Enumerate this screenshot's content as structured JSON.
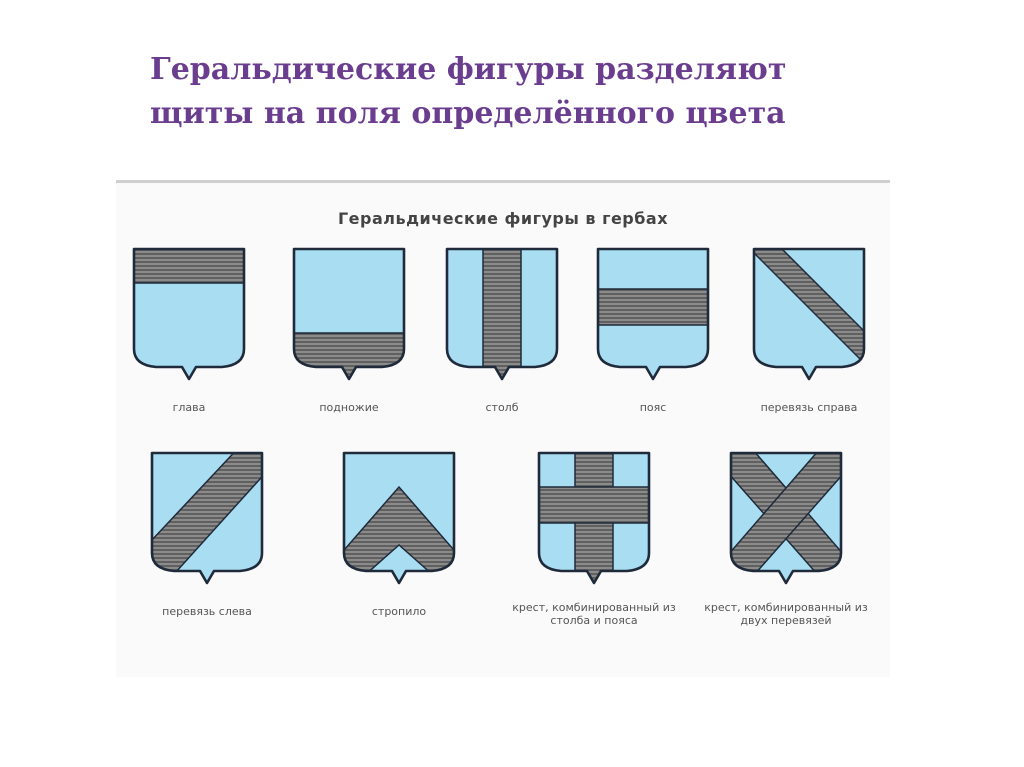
{
  "slide": {
    "title_line1": "Геральдические фигуры разделяют",
    "title_line2": "щиты на поля определённого цвета"
  },
  "figure": {
    "title": "Геральдические фигуры в гербах",
    "colors": {
      "field": "#a9def2",
      "outline": "#1f2a3a",
      "hatch": "#555555",
      "title": "#6a3d8f"
    },
    "shields": [
      {
        "id": "glava",
        "caption": "глава"
      },
      {
        "id": "podoshva",
        "caption": "подножие"
      },
      {
        "id": "stolb",
        "caption": "столб"
      },
      {
        "id": "poyas",
        "caption": "пояс"
      },
      {
        "id": "perevyaz-sprava",
        "caption": "перевязь справа"
      },
      {
        "id": "perevyaz-sleva",
        "caption": "перевязь слева"
      },
      {
        "id": "stropilo",
        "caption": "стропило"
      },
      {
        "id": "krest",
        "caption": "крест, комбинированный из столба и пояса"
      },
      {
        "id": "andreevsky-krest",
        "caption": "крест, комбинированный из двух перевязей"
      }
    ]
  }
}
